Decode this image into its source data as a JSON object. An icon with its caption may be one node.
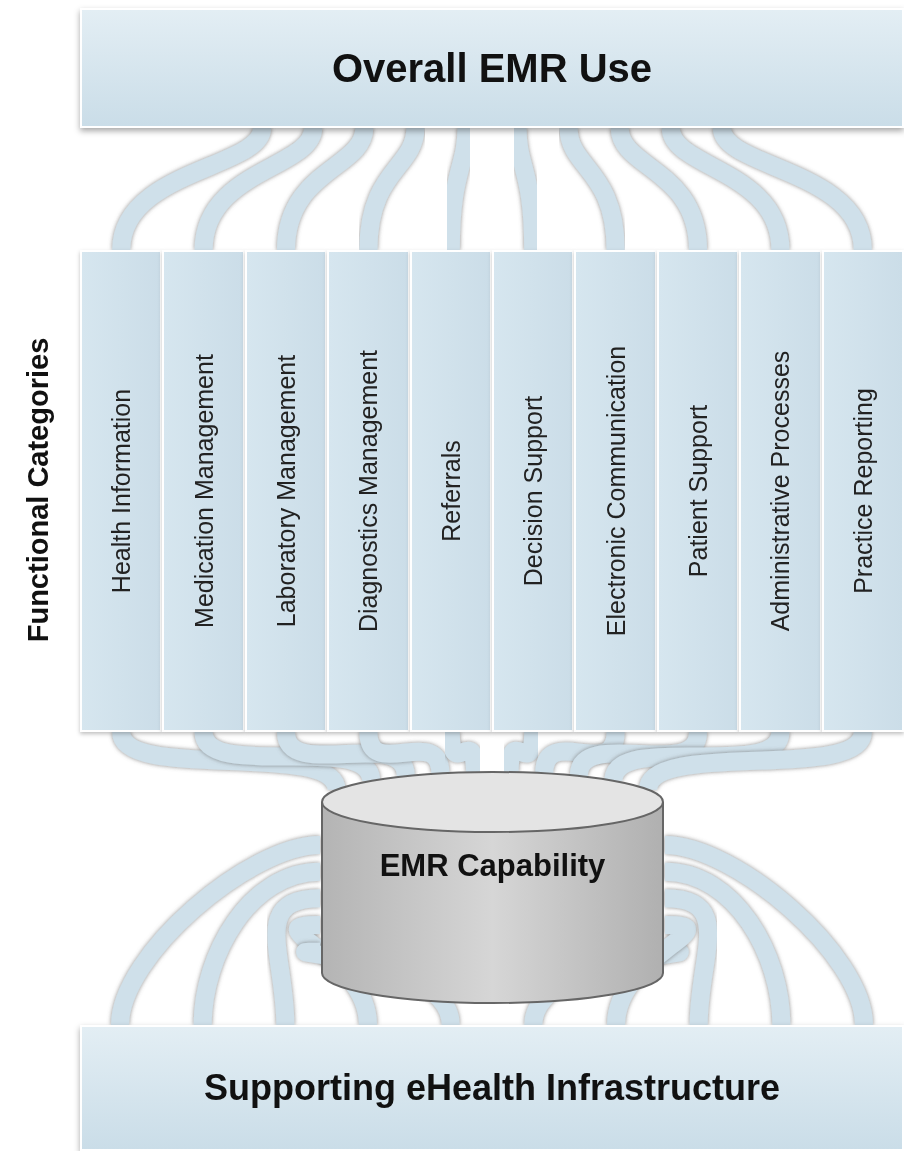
{
  "diagram": {
    "nodes": [
      {
        "text": [
          "Overall EMR Use"
        ]
      },
      {
        "text": [
          "Health Information"
        ]
      },
      {
        "text": [
          "Medication Management"
        ]
      },
      {
        "text": [
          "Laboratory Management"
        ]
      },
      {
        "text": [
          "Diagnostics Management"
        ]
      },
      {
        "text": [
          "Referrals"
        ]
      },
      {
        "text": [
          "Decision Support"
        ]
      },
      {
        "text": [
          "Electronic Communication"
        ]
      },
      {
        "text": [
          "Patient Support"
        ]
      },
      {
        "text": [
          "Administrative Processes"
        ]
      },
      {
        "text": [
          "Practice Reporting"
        ]
      },
      {
        "text": [
          "EMR Capability"
        ]
      },
      {
        "text": [
          "Supporting eHealth Infrastructure"
        ]
      }
    ],
    "edges": [
      {
        "from": 1,
        "to": 0,
        "arrow": "none"
      },
      {
        "from": 2,
        "to": 0,
        "arrow": "none"
      },
      {
        "from": 3,
        "to": 0,
        "arrow": "none"
      },
      {
        "from": 4,
        "to": 0,
        "arrow": "none"
      },
      {
        "from": 5,
        "to": 0,
        "arrow": "none"
      },
      {
        "from": 6,
        "to": 0,
        "arrow": "none"
      },
      {
        "from": 7,
        "to": 0,
        "arrow": "none"
      },
      {
        "from": 8,
        "to": 0,
        "arrow": "none"
      },
      {
        "from": 9,
        "to": 0,
        "arrow": "none"
      },
      {
        "from": 10,
        "to": 0,
        "arrow": "none"
      },
      {
        "from": 1,
        "to": 11,
        "arrow": "none"
      },
      {
        "from": 2,
        "to": 11,
        "arrow": "none"
      },
      {
        "from": 3,
        "to": 11,
        "arrow": "none"
      },
      {
        "from": 4,
        "to": 11,
        "arrow": "none"
      },
      {
        "from": 5,
        "to": 11,
        "arrow": "none"
      },
      {
        "from": 6,
        "to": 11,
        "arrow": "none"
      },
      {
        "from": 7,
        "to": 11,
        "arrow": "none"
      },
      {
        "from": 8,
        "to": 11,
        "arrow": "none"
      },
      {
        "from": 9,
        "to": 11,
        "arrow": "none"
      },
      {
        "from": 10,
        "to": 11,
        "arrow": "none"
      },
      {
        "from": 11,
        "to": 12,
        "arrow": "none"
      },
      {
        "from": 11,
        "to": 12,
        "arrow": "none"
      },
      {
        "from": 11,
        "to": 12,
        "arrow": "none"
      },
      {
        "from": 11,
        "to": 12,
        "arrow": "none"
      },
      {
        "from": 11,
        "to": 12,
        "arrow": "none"
      },
      {
        "from": 11,
        "to": 12,
        "arrow": "none"
      },
      {
        "from": 11,
        "to": 12,
        "arrow": "none"
      },
      {
        "from": 11,
        "to": 12,
        "arrow": "none"
      },
      {
        "from": 11,
        "to": 12,
        "arrow": "none"
      },
      {
        "from": 11,
        "to": 12,
        "arrow": "none"
      }
    ],
    "labels": [
      "Functional Categories"
    ]
  }
}
